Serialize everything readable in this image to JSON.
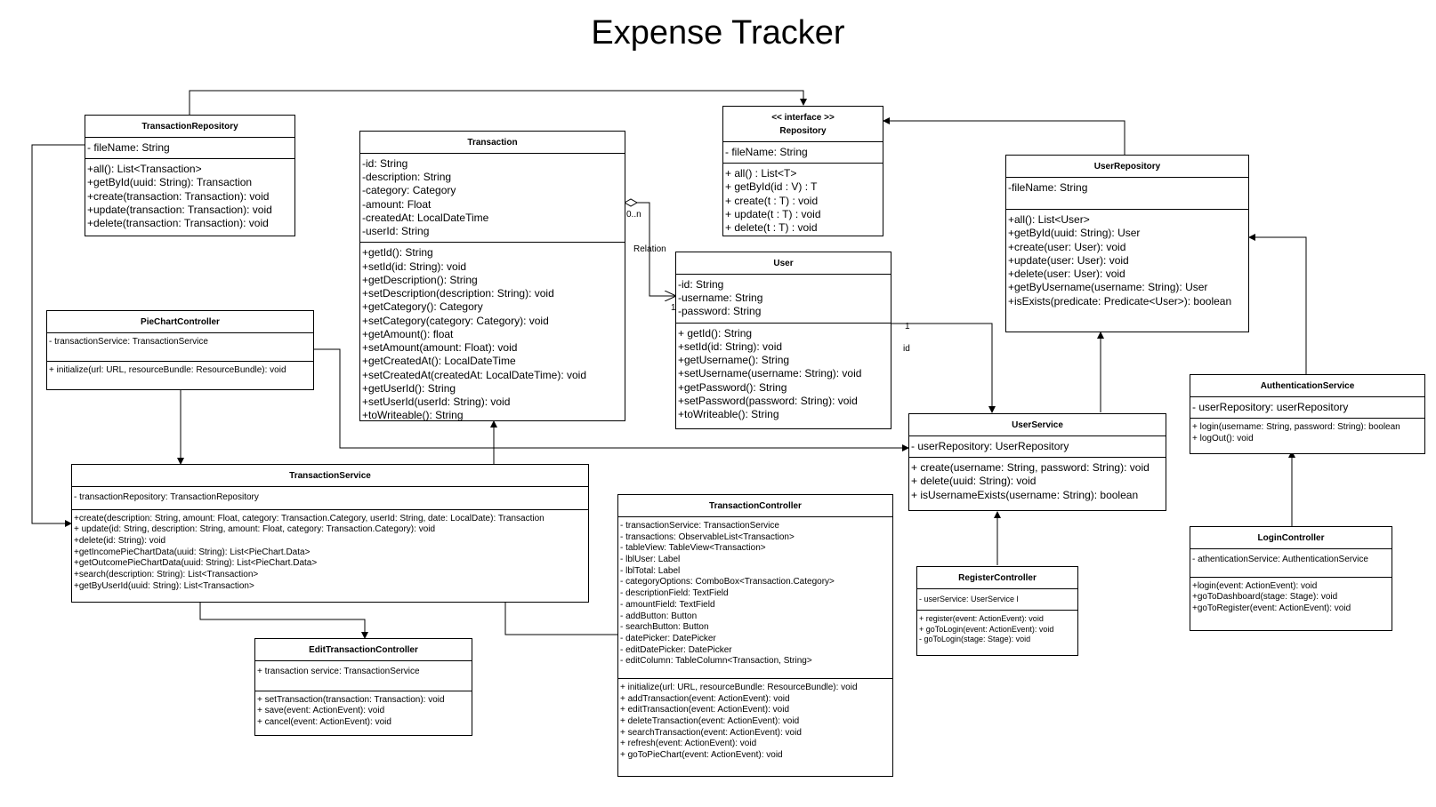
{
  "title": "Expense Tracker",
  "classes": {
    "transaction_repository": {
      "name": "TransactionRepository",
      "attributes": [
        "- fileName: String"
      ],
      "methods": [
        "+all(): List<Transaction>",
        "+getById(uuid: String): Transaction",
        "+create(transaction: Transaction): void",
        "+update(transaction: Transaction): void",
        "+delete(transaction: Transaction): void"
      ]
    },
    "transaction": {
      "name": "Transaction",
      "attributes": [
        "-id: String",
        "-description: String",
        "-category: Category",
        "-amount: Float",
        "-createdAt: LocalDateTime",
        "-userId: String"
      ],
      "methods": [
        "+getId(): String",
        "+setId(id: String): void",
        "+getDescription(): String",
        "+setDescription(description: String): void",
        "+getCategory(): Category",
        "+setCategory(category: Category): void",
        "+getAmount(): float",
        "+setAmount(amount: Float): void",
        "+getCreatedAt(): LocalDateTime",
        "+setCreatedAt(createdAt: LocalDateTime): void",
        "+getUserId(): String",
        "+setUserId(userId: String): void",
        "+toWriteable(): String"
      ]
    },
    "repository": {
      "stereotype": "<< interface >>",
      "name": "Repository",
      "attributes": [
        "- fileName: String"
      ],
      "methods": [
        "+ all() : List<T>",
        "+ getById(id : V) : T",
        "+ create(t : T) : void",
        "+ update(t : T) : void",
        "+ delete(t : T) : void"
      ]
    },
    "user_repository": {
      "name": "UserRepository",
      "attributes": [
        "-fileName: String"
      ],
      "methods": [
        "+all(): List<User>",
        "+getById(uuid: String): User",
        "+create(user: User): void",
        "+update(user: User): void",
        "+delete(user: User): void",
        "+getByUsername(username: String): User",
        "+isExists(predicate: Predicate<User>): boolean"
      ]
    },
    "user": {
      "name": "User",
      "attributes": [
        "-id: String",
        "-username: String",
        "-password: String"
      ],
      "methods": [
        "+ getId(): String",
        "+setId(id: String): void",
        "+getUsername(): String",
        "+setUsername(username: String): void",
        "+getPassword(): String",
        "+setPassword(password: String): void",
        "+toWriteable(): String"
      ]
    },
    "pie_chart_controller": {
      "name": "PieChartController",
      "attributes": [
        "- transactionService: TransactionService"
      ],
      "methods": [
        "+ initialize(url: URL, resourceBundle: ResourceBundle): void"
      ]
    },
    "authentication_service": {
      "name": "AuthenticationService",
      "attributes": [
        "- userRepository: userRepository"
      ],
      "methods": [
        "+ login(username: String, password: String): boolean",
        "+ logOut(): void"
      ]
    },
    "user_service": {
      "name": "UserService",
      "attributes": [
        "- userRepository: UserRepository"
      ],
      "methods": [
        "+ create(username: String, password: String): void",
        "+ delete(uuid: String): void",
        "+ isUsernameExists(username: String): boolean"
      ]
    },
    "transaction_service": {
      "name": "TransactionService",
      "attributes": [
        "- transactionRepository: TransactionRepository"
      ],
      "methods": [
        "+create(description: String, amount: Float, category: Transaction.Category, userId: String, date: LocalDate): Transaction",
        "+ update(id: String, description: String, amount: Float, category: Transaction.Category): void",
        "+delete(id: String): void",
        "+getIncomePieChartData(uuid: String): List<PieChart.Data>",
        "+getOutcomePieChartData(uuid: String): List<PieChart.Data>",
        "+search(description: String): List<Transaction>",
        "+getByUserId(uuid: String): List<Transaction>"
      ]
    },
    "transaction_controller": {
      "name": "TransactionController",
      "attributes": [
        "- transactionService: TransactionService",
        "- transactions: ObservableList<Transaction>",
        "- tableView: TableView<Transaction>",
        "- lblUser: Label",
        "- lblTotal: Label",
        "- categoryOptions: ComboBox<Transaction.Category>",
        "- descriptionField: TextField",
        "- amountField: TextField",
        "- addButton: Button",
        "- searchButton: Button",
        "- datePicker: DatePicker",
        "- editDatePicker: DatePicker",
        "- editColumn: TableColumn<Transaction, String>"
      ],
      "methods": [
        "+ initialize(url: URL, resourceBundle: ResourceBundle): void",
        "+ addTransaction(event: ActionEvent): void",
        "+ editTransaction(event: ActionEvent): void",
        "+ deleteTransaction(event: ActionEvent): void",
        "+ searchTransaction(event: ActionEvent): void",
        "+ refresh(event: ActionEvent): void",
        "+ goToPieChart(event: ActionEvent): void"
      ]
    },
    "login_controller": {
      "name": "LoginController",
      "attributes": [
        "- athenticationService: AuthenticationService"
      ],
      "methods": [
        "+login(event: ActionEvent): void",
        "+goToDashboard(stage: Stage): void",
        "+goToRegister(event: ActionEvent): void"
      ]
    },
    "register_controller": {
      "name": "RegisterController",
      "attributes": [
        "- userService: UserService l"
      ],
      "methods": [
        "+ register(event: ActionEvent): void",
        "+ goToLogin(event: ActionEvent): void",
        "- goToLogin(stage: Stage): void"
      ]
    },
    "edit_transaction_controller": {
      "name": "EditTransactionController",
      "attributes": [
        "+ transaction service: TransactionService"
      ],
      "methods": [
        "+ setTransaction(transaction: Transaction): void",
        "+ save(event: ActionEvent): void",
        "+ cancel(event: ActionEvent): void"
      ]
    }
  },
  "labels": {
    "multiplicity_many": "0..n",
    "relation": "Relation",
    "multiplicity_one_a": "1",
    "multiplicity_one_b": "1",
    "id_label": "id"
  }
}
